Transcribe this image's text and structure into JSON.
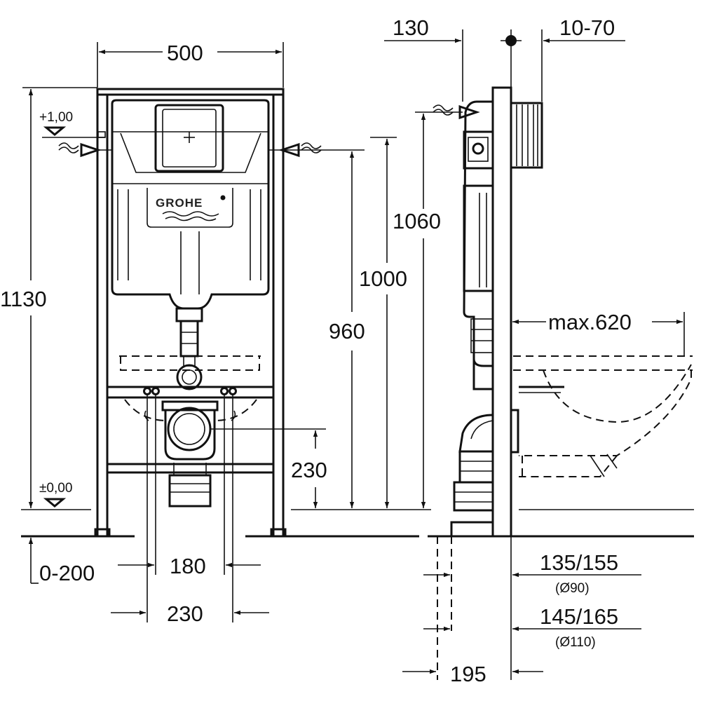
{
  "brand": "GROHE",
  "levels": {
    "top": "+1,00",
    "floor": "±0,00"
  },
  "front_view": {
    "width": "500",
    "height_total": "1130",
    "height_inlet": "960",
    "height_outlet": "230",
    "floor_range": "0-200",
    "bolt_spacing_inner": "180",
    "bolt_spacing_outer": "230"
  },
  "side_view": {
    "inlet_depth": "130",
    "wall_thickness": "10-70",
    "height_frame": "1060",
    "height_bowl": "1000",
    "bowl_projection": "max.620",
    "depth_1": "135/155",
    "depth_1_pipe": "(Ø90)",
    "depth_2": "145/165",
    "depth_2_pipe": "(Ø110)",
    "depth_base": "195"
  }
}
